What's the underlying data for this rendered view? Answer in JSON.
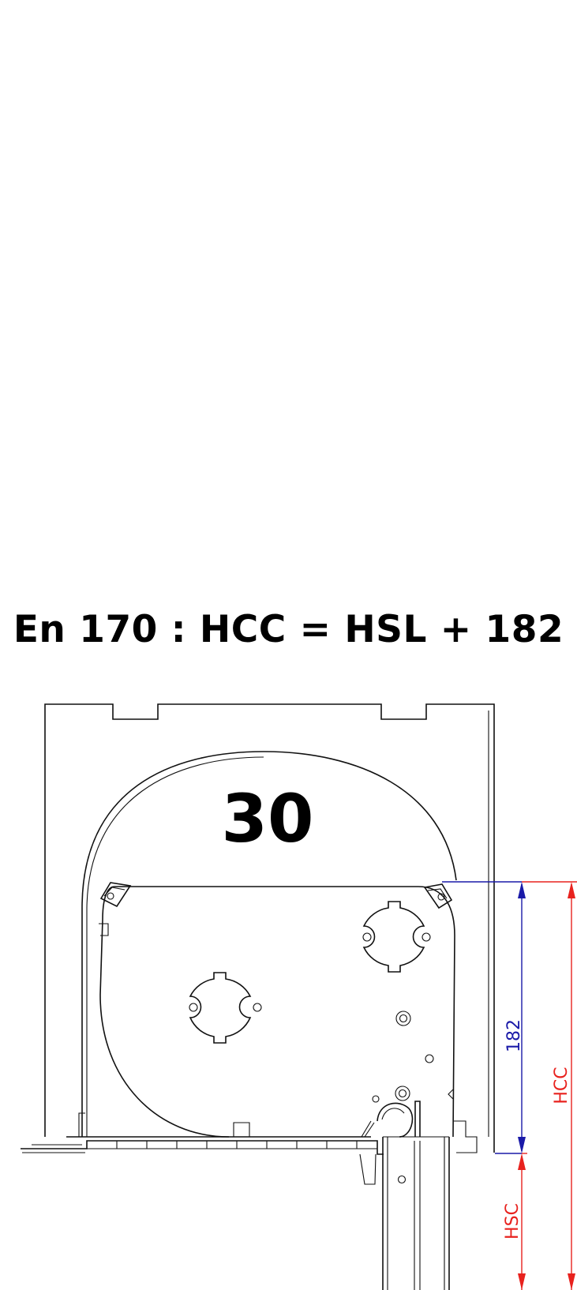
{
  "title": "En 170 : HCC = HSL + 182",
  "box_size_label": "30",
  "dimensions": {
    "offset_value": "182",
    "hcc_label": "HCC",
    "hsc_label": "HSC"
  },
  "colors": {
    "offset_dimension": "#1a1aa8",
    "total_dimension": "#e8221e",
    "outline": "#111111"
  }
}
